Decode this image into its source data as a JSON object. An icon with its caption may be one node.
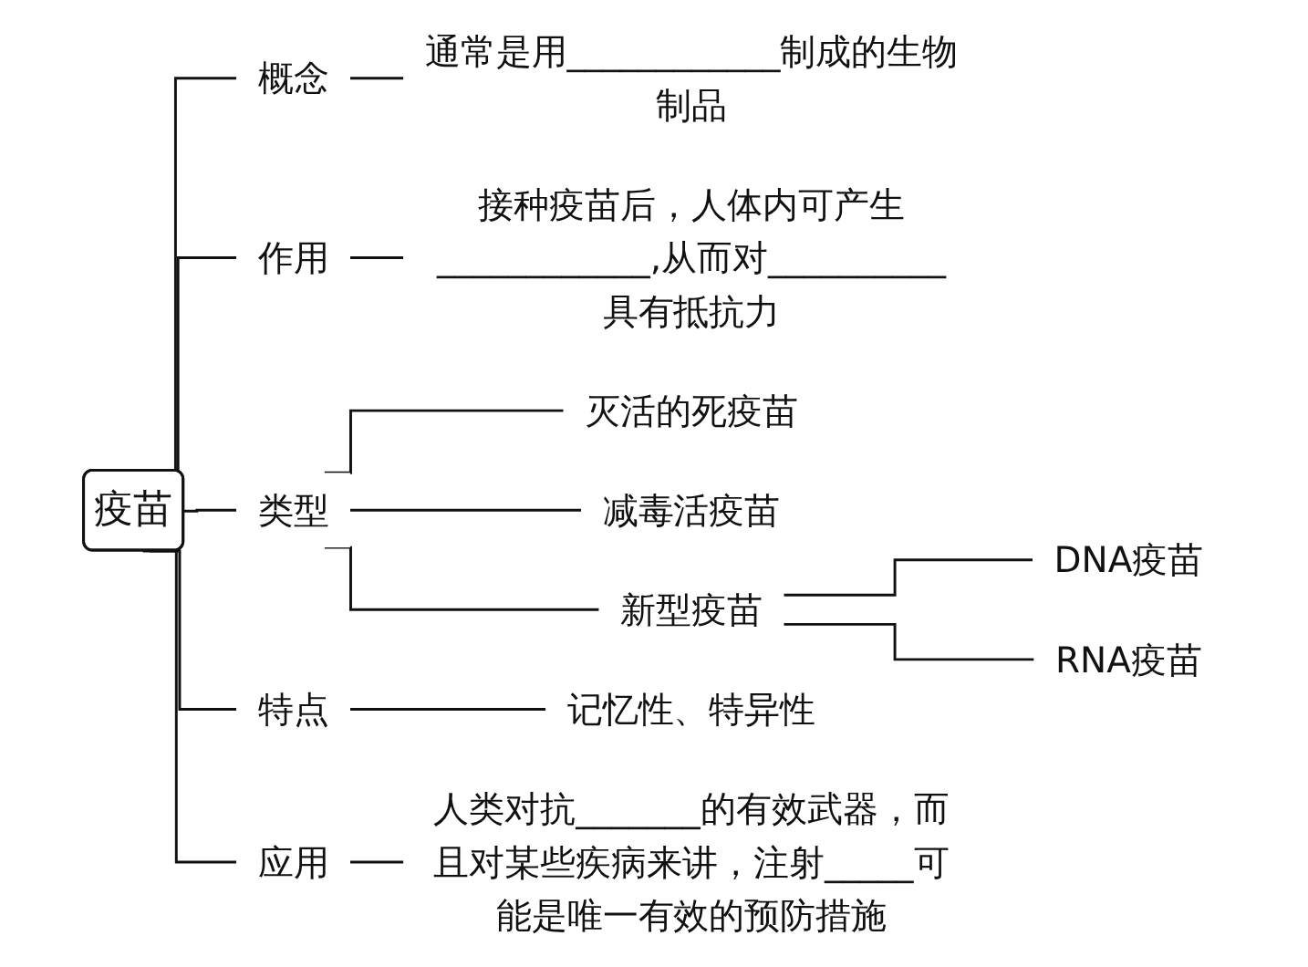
{
  "diagram": {
    "nodes": [
      {
        "text": [
          "疫苗"
        ]
      },
      {
        "text": [
          "概念"
        ]
      },
      {
        "text": [
          "通常是用____________制成的生物制品"
        ]
      },
      {
        "text": [
          "作用"
        ]
      },
      {
        "text": [
          "接种疫苗后，人体内可产生____________,从而对__________具有抵抗力"
        ]
      },
      {
        "text": [
          "类型"
        ]
      },
      {
        "text": [
          "灭活的死疫苗"
        ]
      },
      {
        "text": [
          "减毒活疫苗"
        ]
      },
      {
        "text": [
          "新型疫苗"
        ]
      },
      {
        "text": [
          "DNA疫苗"
        ]
      },
      {
        "text": [
          "RNA疫苗"
        ]
      },
      {
        "text": [
          "特点"
        ]
      },
      {
        "text": [
          "记忆性、特异性"
        ]
      },
      {
        "text": [
          "应用"
        ]
      },
      {
        "text": [
          "人类对抗_______的有效武器，而且对某些疾病来讲，注射_____可能是唯一有效的预防措施"
        ]
      }
    ],
    "edges": [
      {
        "from": 0,
        "to": 1,
        "arrow": "none"
      },
      {
        "from": 0,
        "to": 3,
        "arrow": "none"
      },
      {
        "from": 0,
        "to": 5,
        "arrow": "none"
      },
      {
        "from": 0,
        "to": 11,
        "arrow": "none"
      },
      {
        "from": 0,
        "to": 13,
        "arrow": "none"
      },
      {
        "from": 1,
        "to": 2,
        "arrow": "none"
      },
      {
        "from": 3,
        "to": 4,
        "arrow": "none"
      },
      {
        "from": 5,
        "to": 6,
        "arrow": "none"
      },
      {
        "from": 5,
        "to": 7,
        "arrow": "none"
      },
      {
        "from": 5,
        "to": 8,
        "arrow": "none"
      },
      {
        "from": 8,
        "to": 9,
        "arrow": "none"
      },
      {
        "from": 8,
        "to": 10,
        "arrow": "none"
      },
      {
        "from": 11,
        "to": 12,
        "arrow": "none"
      },
      {
        "from": 13,
        "to": 14,
        "arrow": "none"
      }
    ]
  }
}
